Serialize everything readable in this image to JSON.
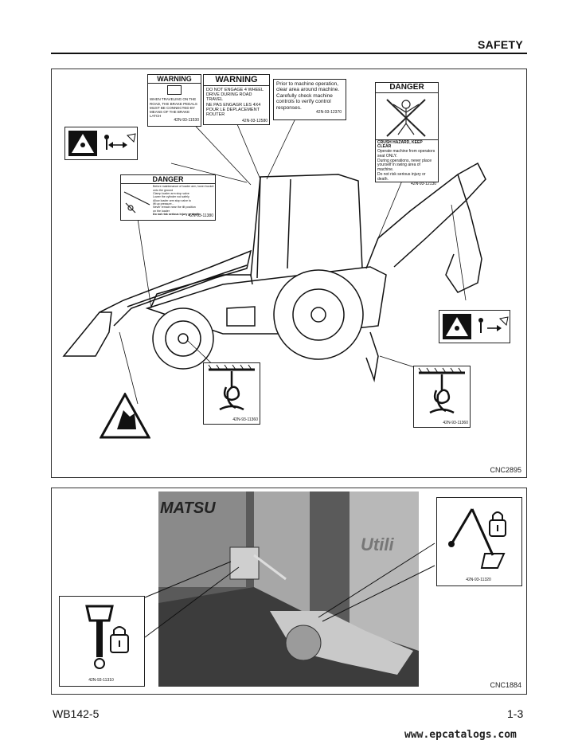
{
  "header": {
    "section": "SAFETY"
  },
  "figure1": {
    "label": "CNC2895",
    "warning_4wd": {
      "title": "WARNING",
      "lines": [
        "DO NOT ENGAGE 4 WHEEL",
        "DRIVE DURING ROAD TRAVEL",
        "NE PAS ENGAGR LES 4X4",
        "POUR LE DEPLACEMENT",
        "ROUTER"
      ],
      "part": "42N-93-12580"
    },
    "warning_brake": {
      "title": "WARNING",
      "lines": [
        "WHEN TRAVELING ON THE",
        "ROAD, THE BRAKE PEDALS",
        "MUST BE CONNECTED BY",
        "MEANS OF THE BRAKE LATCH"
      ],
      "part": "42N-93-11530"
    },
    "notice_operation": {
      "lines": [
        "Prior to machine operation,",
        "clear area around machine.",
        "Carefully check machine",
        "controls to verify control",
        "responses."
      ],
      "part": "42N-93-12370"
    },
    "danger_crush": {
      "title": "DANGER",
      "subtitle": "CRUSH HAZARD, KEEP CLEAR",
      "lines": [
        "Operate machine from operators",
        "seat ONLY.",
        "During operations, never place",
        "yourself in swing area of machine.",
        "Do not risk serious injury or death."
      ],
      "part": "42N-93-12130"
    },
    "danger_loader": {
      "title": "DANGER",
      "lines": [
        "Before maintenance of loader arm, lower bucket",
        "onto the ground",
        "Clamp loader arm stop valve",
        "Lower the cylinder rod safely",
        "Allow loader arm stop valve to",
        "lift up pressure...",
        "Never remain near the tilt position",
        "on the loader",
        "Do not risk serious injury or death."
      ],
      "part": "42N-93-11380"
    },
    "hook_decal_left": {
      "part": "42N-93-11360"
    },
    "hook_decal_right": {
      "part": "42N-93-11360"
    }
  },
  "figure2": {
    "label": "CNC1884",
    "lock_decal_left": {
      "part": "42N-93-11310"
    },
    "lock_decal_right": {
      "part": "42N-93-11320"
    },
    "photo_text_left": "MATSU",
    "photo_text_right": "Utili"
  },
  "footer": {
    "model": "WB142-5",
    "page": "1-3",
    "watermark": "www.epcatalogs.com"
  }
}
